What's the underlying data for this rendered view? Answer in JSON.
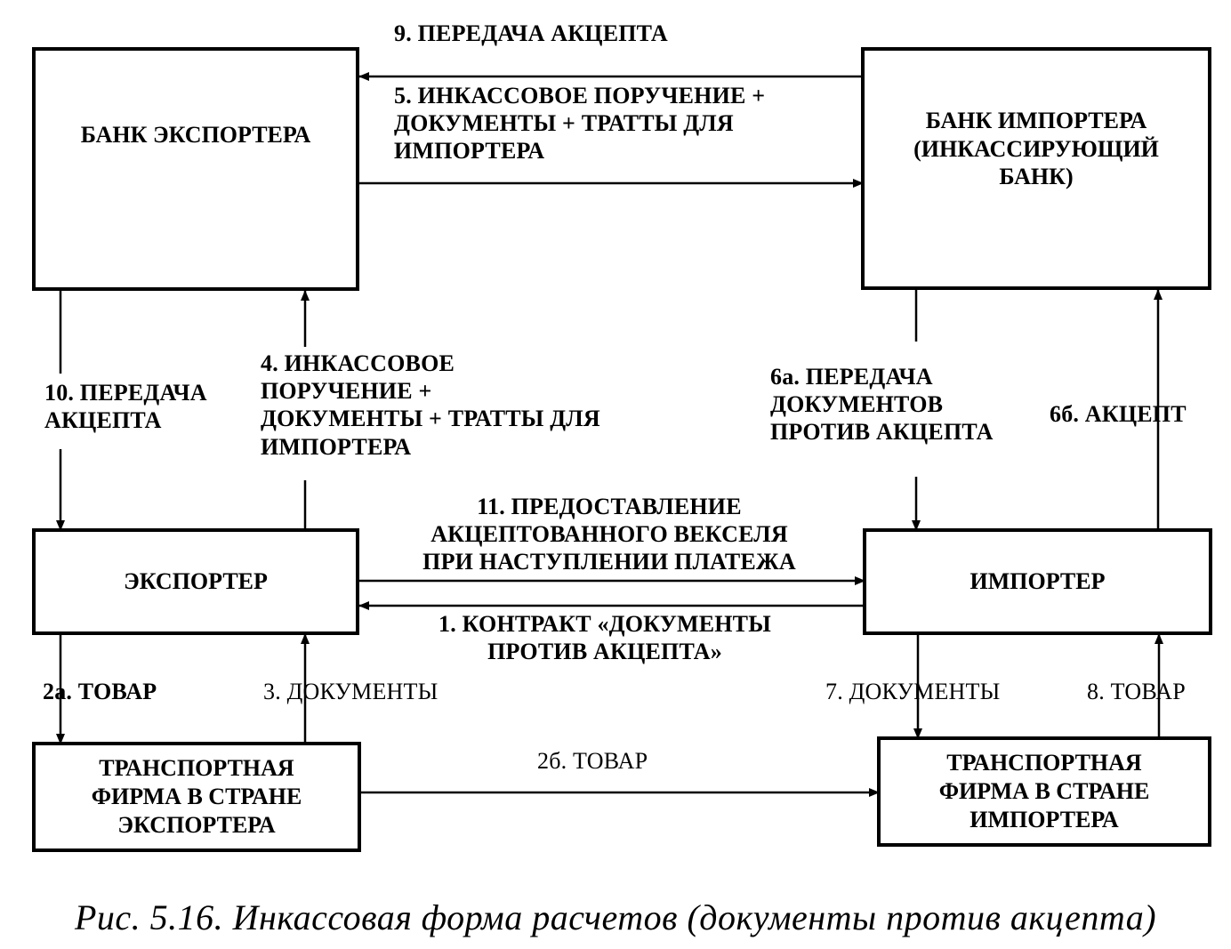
{
  "boxes": {
    "exporter_bank": "БАНК ЭКСПОРТЕРА",
    "importer_bank": "БАНК ИМПОРТЕРА\n(ИНКАССИРУЮЩИЙ\nБАНК)",
    "exporter": "ЭКСПОРТЕР",
    "importer": "ИМПОРТЕР",
    "transport_exporter": "ТРАНСПОРТНАЯ\nФИРМА В СТРАНЕ\nЭКСПОРТЕРА",
    "transport_importer": "ТРАНСПОРТНАЯ\nФИРМА В СТРАНЕ\nИМПОРТЕРА"
  },
  "labels": {
    "step_9": "9. ПЕРЕДАЧА АКЦЕПТА",
    "step_5": "5. ИНКАССОВОЕ ПОРУЧЕНИЕ +\nДОКУМЕНТЫ + ТРАТТЫ ДЛЯ\nИМПОРТЕРА",
    "step_10": "10. ПЕРЕДАЧА\nАКЦЕПТА",
    "step_4": "4. ИНКАССОВОЕ\nПОРУЧЕНИЕ +\nДОКУМЕНТЫ + ТРАТТЫ ДЛЯ\nИМПОРТЕРА",
    "step_6a": "6а. ПЕРЕДАЧА\nДОКУМЕНТОВ\nПРОТИВ АКЦЕПТА",
    "step_6b": "6б. АКЦЕПТ",
    "step_11": "11. ПРЕДОСТАВЛЕНИЕ\nАКЦЕПТОВАННОГО ВЕКСЕЛЯ\nПРИ НАСТУПЛЕНИИ ПЛАТЕЖА",
    "step_1": "1. КОНТРАКТ «ДОКУМЕНТЫ\nПРОТИВ АКЦЕПТА»",
    "step_2a": "2а. ТОВАР",
    "step_3": "3. ДОКУМЕНТЫ",
    "step_7": "7. ДОКУМЕНТЫ",
    "step_8": "8. ТОВАР",
    "step_2b": "2б. ТОВАР"
  },
  "caption": "Рис. 5.16. Инкассовая форма расчетов (документы против акцепта)"
}
